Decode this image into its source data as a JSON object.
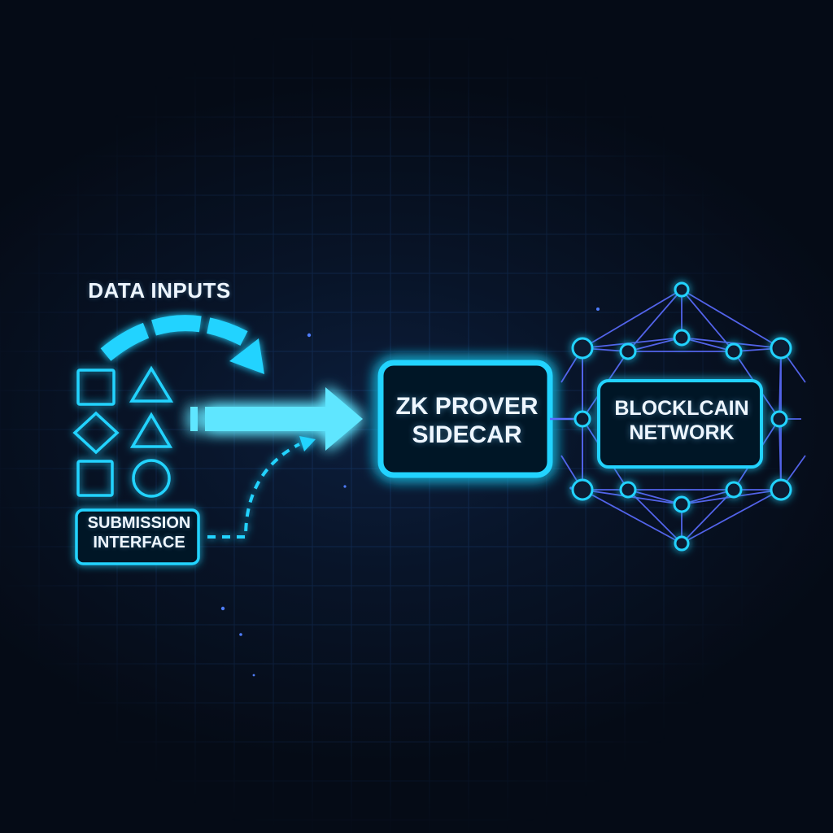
{
  "title": "",
  "colors": {
    "background": "#060c18",
    "grid": "#1a3d72",
    "primary_cyan": "#22d3ff",
    "primary_cyan_soft": "#5ee6ff",
    "network_violet": "#5b6cff",
    "text": "#eef6ff"
  },
  "nodes": {
    "data_inputs": {
      "label": "DATA INPUTS"
    },
    "submission_interface": {
      "line1": "SUBMISSION",
      "line2": "INTERFACE"
    },
    "zk_prover": {
      "line1": "ZK PROVER",
      "line2": "SIDECAR"
    },
    "blockchain": {
      "line1": "BLOCKLCAIN",
      "line2": "NETWORK"
    }
  },
  "input_shapes": [
    "square-icon",
    "triangle-icon",
    "diamond-icon",
    "triangle-icon",
    "square-icon",
    "circle-icon"
  ],
  "edges": [
    {
      "from": "data_inputs",
      "to": "input_shapes",
      "style": "dashed-curved-arrow"
    },
    {
      "from": "input_shapes",
      "to": "zk_prover",
      "style": "thick-arrow"
    },
    {
      "from": "submission_interface",
      "to": "zk_prover",
      "style": "dotted-curved-arrow"
    },
    {
      "from": "zk_prover",
      "to": "blockchain",
      "style": "line"
    }
  ]
}
